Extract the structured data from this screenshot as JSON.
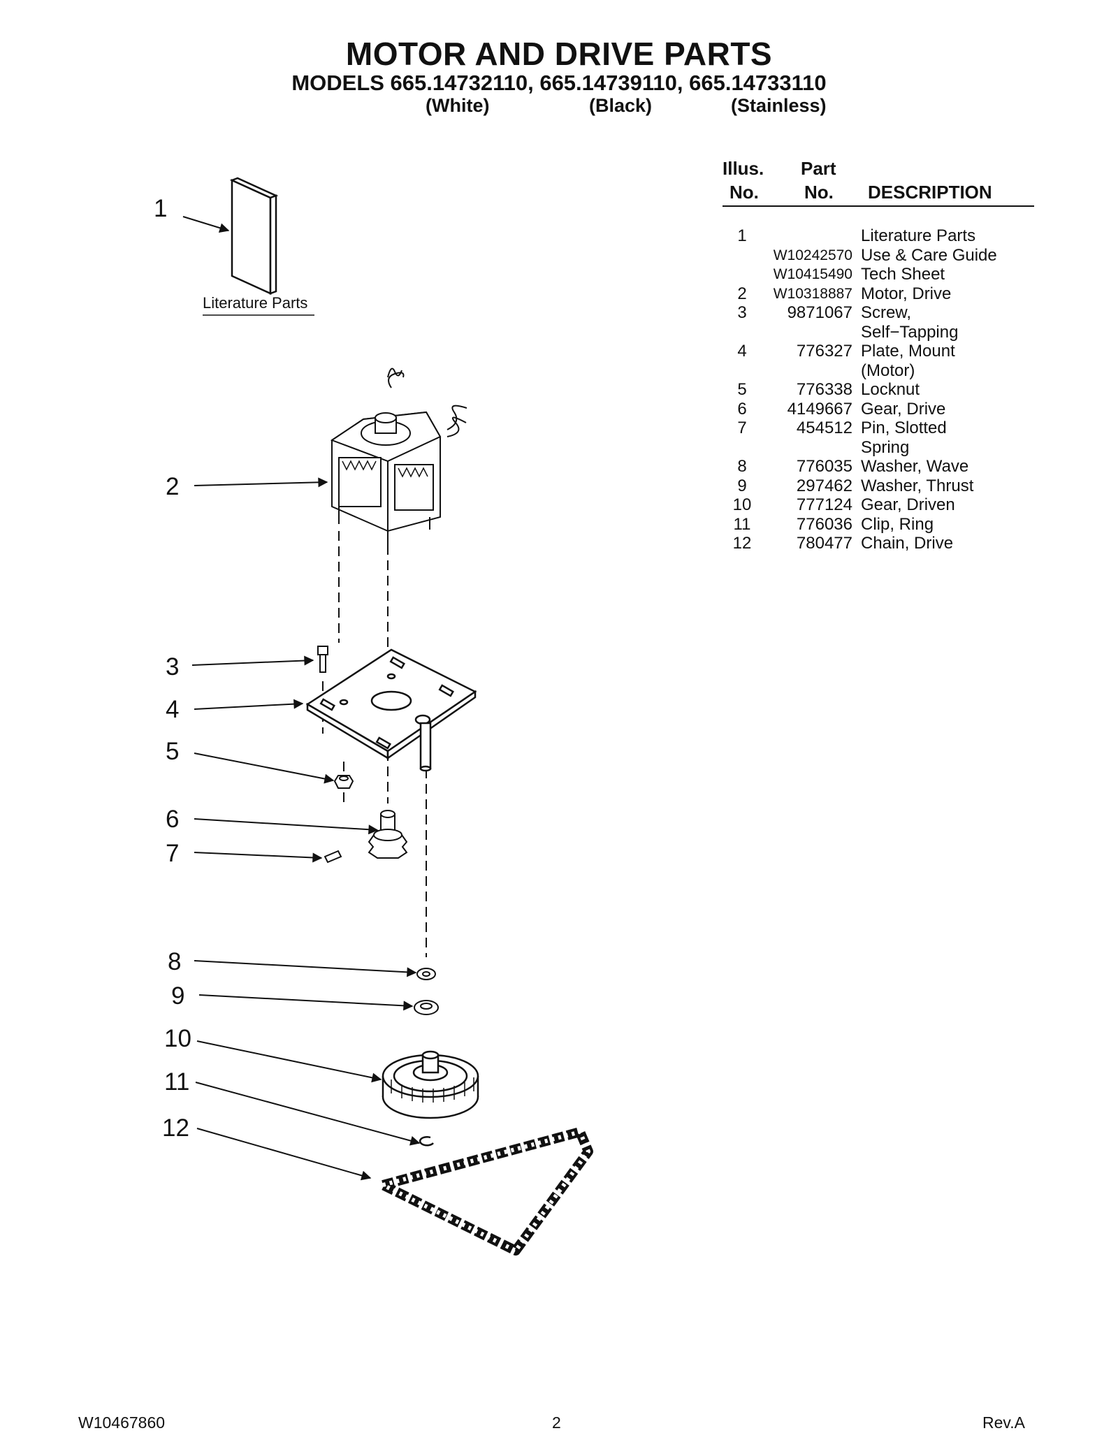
{
  "header": {
    "title": "MOTOR AND DRIVE PARTS",
    "models": "MODELS 665.14732110, 665.14739110, 665.14733110",
    "variants": [
      "(White)",
      "(Black)",
      "(Stainless)"
    ]
  },
  "diagram": {
    "literature_label": "Literature Parts",
    "callouts": [
      "1",
      "2",
      "3",
      "4",
      "5",
      "6",
      "7",
      "8",
      "9",
      "10",
      "11",
      "12"
    ]
  },
  "table": {
    "headers": {
      "illus_top": "Illus.",
      "illus_bottom": "No.",
      "part_top": "Part",
      "part_bottom": "No.",
      "description": "DESCRIPTION"
    },
    "rows": [
      {
        "illus": "1",
        "part": "",
        "desc": "Literature Parts"
      },
      {
        "illus": "",
        "part": "W10242570",
        "desc": "Use & Care Guide"
      },
      {
        "illus": "",
        "part": "W10415490",
        "desc": "Tech Sheet"
      },
      {
        "illus": "2",
        "part": "W10318887",
        "desc": "Motor, Drive"
      },
      {
        "illus": "3",
        "part": "9871067",
        "desc": "Screw,"
      },
      {
        "illus": "",
        "part": "",
        "desc": "Self−Tapping"
      },
      {
        "illus": "4",
        "part": "776327",
        "desc": "Plate, Mount"
      },
      {
        "illus": "",
        "part": "",
        "desc": "(Motor)"
      },
      {
        "illus": "5",
        "part": "776338",
        "desc": "Locknut"
      },
      {
        "illus": "6",
        "part": "4149667",
        "desc": "Gear, Drive"
      },
      {
        "illus": "7",
        "part": "454512",
        "desc": "Pin, Slotted"
      },
      {
        "illus": "",
        "part": "",
        "desc": "Spring"
      },
      {
        "illus": "8",
        "part": "776035",
        "desc": "Washer, Wave"
      },
      {
        "illus": "9",
        "part": "297462",
        "desc": "Washer, Thrust"
      },
      {
        "illus": "10",
        "part": "777124",
        "desc": "Gear, Driven"
      },
      {
        "illus": "11",
        "part": "776036",
        "desc": "Clip, Ring"
      },
      {
        "illus": "12",
        "part": "780477",
        "desc": "Chain, Drive"
      }
    ]
  },
  "footer": {
    "doc_number": "W10467860",
    "page": "2",
    "revision": "Rev.A"
  }
}
